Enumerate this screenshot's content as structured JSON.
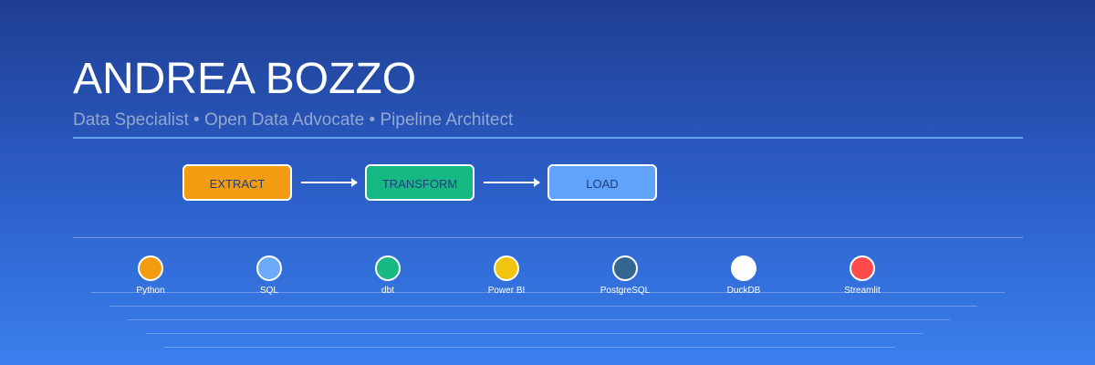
{
  "header": {
    "name": "ANDREA BOZZO",
    "tagline": "Data Specialist • Open Data Advocate • Pipeline Architect"
  },
  "pipeline": {
    "stages": [
      {
        "label": "EXTRACT",
        "color": "#f39c12"
      },
      {
        "label": "TRANSFORM",
        "color": "#16b983"
      },
      {
        "label": "LOAD",
        "color": "#61a2fa"
      }
    ]
  },
  "technologies": [
    {
      "label": "Python",
      "color": "#f39c12"
    },
    {
      "label": "SQL",
      "color": "#6aaaf8"
    },
    {
      "label": "dbt",
      "color": "#16b983"
    },
    {
      "label": "Power BI",
      "color": "#f1c40f"
    },
    {
      "label": "PostgreSQL",
      "color": "#336791"
    },
    {
      "label": "DuckDB",
      "color": "#ffffff"
    },
    {
      "label": "Streamlit",
      "color": "#ff4b4b"
    }
  ],
  "colors": {
    "background_top": "#1f3e91",
    "background_bottom": "#3a80ee",
    "accent_divider": "#6aa2f2",
    "tagline": "#93a8cf"
  }
}
